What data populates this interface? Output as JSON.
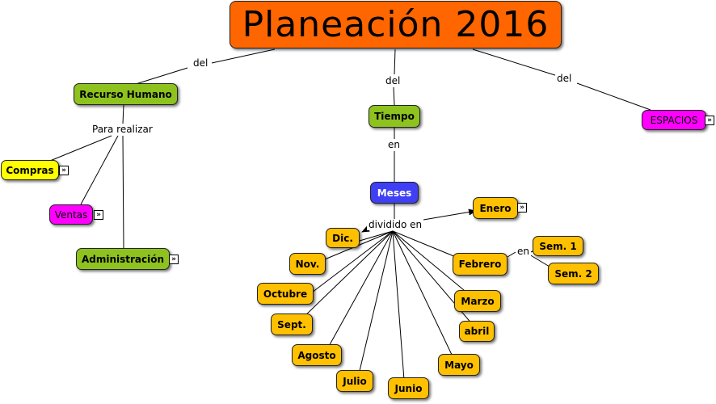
{
  "title": "Planeación 2016",
  "nodes": {
    "recurso_humano": "Recurso Humano",
    "tiempo": "Tiempo",
    "espacios": "ESPACIOS",
    "compras": "Compras",
    "ventas": "Ventas",
    "administracion": "Administración",
    "meses": "Meses",
    "enero": "Enero",
    "febrero": "Febrero",
    "marzo": "Marzo",
    "abril": "abril",
    "mayo": "Mayo",
    "junio": "Junio",
    "julio": "Julio",
    "agosto": "Agosto",
    "sept": "Sept.",
    "octubre": "Octubre",
    "nov": "Nov.",
    "dic": "Dic.",
    "sem1": "Sem. 1",
    "sem2": "Sem. 2"
  },
  "links": {
    "del": "del",
    "para_realizar": "Para realizar",
    "en": "en",
    "dividido_en": "dividido en"
  },
  "colors": {
    "title": "#ff6600",
    "category": "#8dc21f",
    "highlight_yellow": "#ffff00",
    "highlight_magenta": "#ff00ff",
    "meses": "#3f3ff5",
    "month": "#ffc000"
  },
  "icons": {
    "external_link": "double-chevron-right-icon"
  }
}
